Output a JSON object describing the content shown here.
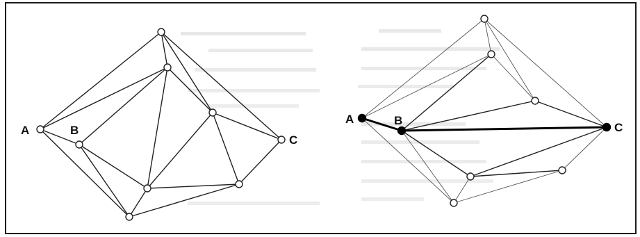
{
  "colors": {
    "background": "#ffffff",
    "frame": "#1a1a1a",
    "edge": "#222222",
    "highlight_edge": "#000000",
    "node_fill": "#ffffff",
    "solid_node_fill": "#000000",
    "bleed_text": "#cfcfcf"
  },
  "left_graph": {
    "labels": {
      "a": "A",
      "b": "B",
      "c": "C"
    }
  },
  "right_graph": {
    "labels": {
      "a": "A",
      "b": "B",
      "c": "C"
    }
  }
}
